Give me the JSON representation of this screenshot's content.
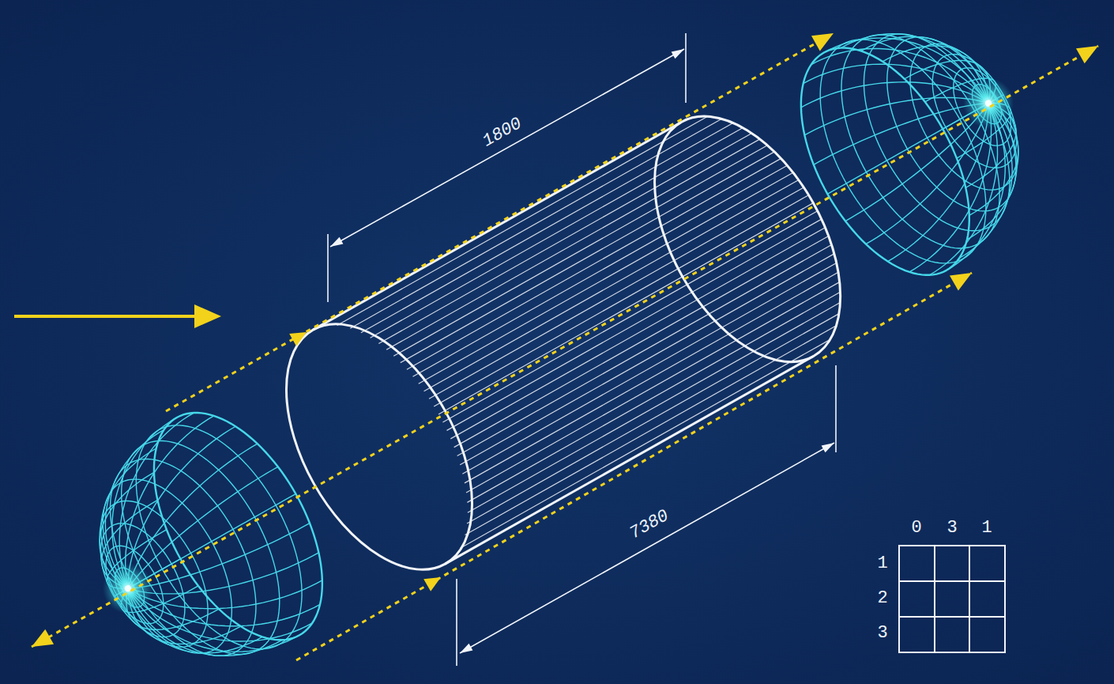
{
  "diagram": {
    "labels": [
      "1800",
      "7380",
      "0",
      "3",
      "1",
      "1",
      "2",
      "3"
    ]
  }
}
